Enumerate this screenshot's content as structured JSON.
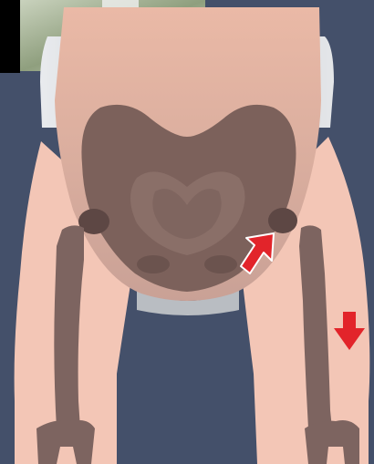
{
  "illustration": {
    "subject": "hip-and-thigh-anatomy",
    "arrows": [
      {
        "name": "joint-arrow",
        "direction": "up-right",
        "color": "#e2242a"
      },
      {
        "name": "thigh-arrow",
        "direction": "down",
        "color": "#e2242a"
      }
    ],
    "colors": {
      "background": "#44506a",
      "skin": "#f3c6b6",
      "skin_torso": "#e2b7a7",
      "bone": "#7d6460",
      "bone_dark": "#5d4744",
      "diaper": "#c6c9cd",
      "photo_top": "#9fae8f"
    }
  }
}
